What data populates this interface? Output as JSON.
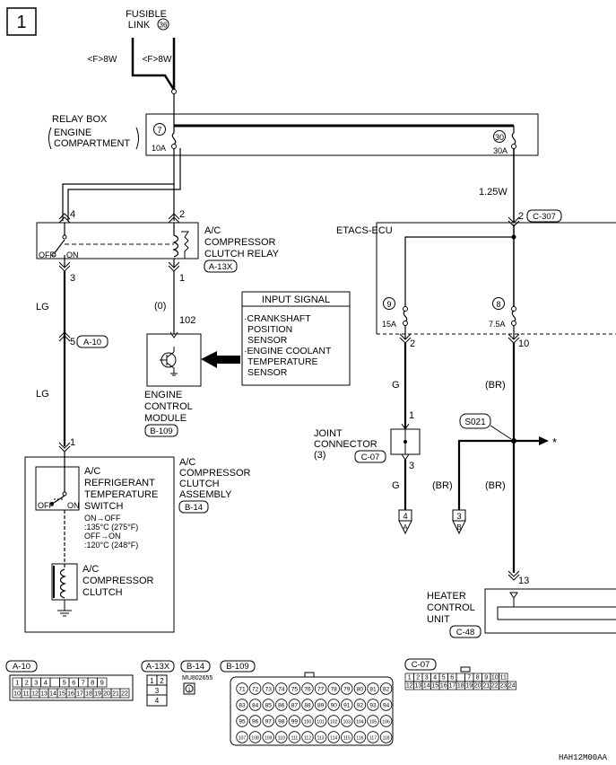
{
  "page_number": "1",
  "fusible_link": {
    "title": "FUSIBLE",
    "subtitle": "LINK",
    "num": "36",
    "left_wire": "<F>8W",
    "right_wire": "<F>8W"
  },
  "relay_box": {
    "lines": [
      "RELAY BOX",
      "ENGINE",
      "COMPARTMENT"
    ],
    "fuse7": {
      "num": "7",
      "rating": "10A"
    },
    "fuse30": {
      "num": "30",
      "rating": "30A"
    }
  },
  "wire_125w": "1.25W",
  "relay": {
    "lines": [
      "A/C",
      "COMPRESSOR",
      "CLUTCH RELAY"
    ],
    "connector": "A-13X",
    "pins": [
      "4",
      "2",
      "3",
      "1"
    ],
    "off": "OFF",
    "on": "ON"
  },
  "etacs": {
    "name": "ETACS-ECU",
    "pin_in": "2",
    "connector": "C-307",
    "fuse9": {
      "num": "9",
      "rating": "15A"
    },
    "fuse8": {
      "num": "8",
      "rating": "7.5A"
    },
    "pin_out_left": "2",
    "pin_out_right": "10"
  },
  "wires": {
    "lg1": "LG",
    "lg2": "LG",
    "zero": "(0)",
    "g1": "G",
    "g2": "G",
    "br1": "(BR)",
    "br2": "(BR)",
    "br3": "(BR)"
  },
  "connector_a10": {
    "pin": "5",
    "name": "A-10"
  },
  "ecm": {
    "pin": "102",
    "lines": [
      "ENGINE",
      "CONTROL",
      "MODULE"
    ],
    "connector": "B-109"
  },
  "input_signal": {
    "title": "INPUT SIGNAL",
    "lines": [
      "·CRANKSHAFT",
      "POSITION",
      "SENSOR",
      "·ENGINE COOLANT",
      "TEMPERATURE",
      "SENSOR"
    ]
  },
  "compressor_assembly": {
    "pin": "1",
    "lines": [
      "A/C",
      "COMPRESSOR",
      "CLUTCH",
      "ASSEMBLY"
    ],
    "connector": "B-14",
    "switch_lines": [
      "A/C",
      "REFRIGERANT",
      "TEMPERATURE",
      "SWITCH"
    ],
    "spec_lines": [
      "ON→OFF",
      ":135°C (275°F)",
      "OFF→ON",
      ":120°C (248°F)"
    ],
    "clutch_lines": [
      "A/C",
      "COMPRESSOR",
      "CLUTCH"
    ],
    "off": "OFF",
    "on": "ON"
  },
  "joint_connector": {
    "lines": [
      "JOINT",
      "CONNECTOR",
      "(3)"
    ],
    "connector": "C-07",
    "pin_top": "1",
    "pin_bottom": "3"
  },
  "splice": {
    "name": "S021",
    "arrow_label": "*"
  },
  "flags": {
    "left_num": "4",
    "left_letter": "A",
    "right_num": "3",
    "right_letter": "B"
  },
  "heater": {
    "pin": "13",
    "lines": [
      "HEATER",
      "CONTROL",
      "UNIT"
    ],
    "connector": "C-48"
  },
  "legend": {
    "a10": {
      "label": "A-10",
      "row1": [
        "1",
        "2",
        "3",
        "4",
        "",
        "5",
        "6",
        "7",
        "8",
        "9"
      ],
      "row2": [
        "10",
        "11",
        "12",
        "13",
        "14",
        "15",
        "16",
        "17",
        "18",
        "19",
        "20",
        "21",
        "22"
      ]
    },
    "a13x": {
      "label": "A-13X",
      "cells": [
        "1",
        "2",
        "3",
        "4"
      ]
    },
    "b14": {
      "label": "B-14",
      "part": "MU802655",
      "cell": "1"
    },
    "b109": {
      "label": "B-109",
      "row1": [
        "71",
        "72",
        "73",
        "74",
        "75",
        "76",
        "77",
        "78",
        "79",
        "80",
        "81",
        "82"
      ],
      "row2": [
        "83",
        "84",
        "85",
        "86",
        "87",
        "88",
        "89",
        "90",
        "91",
        "92",
        "93",
        "94"
      ],
      "row3": [
        "95",
        "96",
        "97",
        "98",
        "99",
        "100",
        "101",
        "102",
        "103",
        "104",
        "105",
        "106"
      ],
      "row4": [
        "107",
        "108",
        "109",
        "110",
        "111",
        "112",
        "113",
        "114",
        "115",
        "116",
        "117",
        "118"
      ]
    },
    "c07": {
      "label": "C-07",
      "row1": [
        "1",
        "2",
        "3",
        "4",
        "5",
        "6",
        "",
        "7",
        "8",
        "9",
        "10",
        "11"
      ],
      "row2": [
        "12",
        "13",
        "14",
        "15",
        "16",
        "17",
        "18",
        "19",
        "20",
        "21",
        "22",
        "23",
        "24"
      ]
    }
  },
  "figure_code": "HAH12M00AA"
}
